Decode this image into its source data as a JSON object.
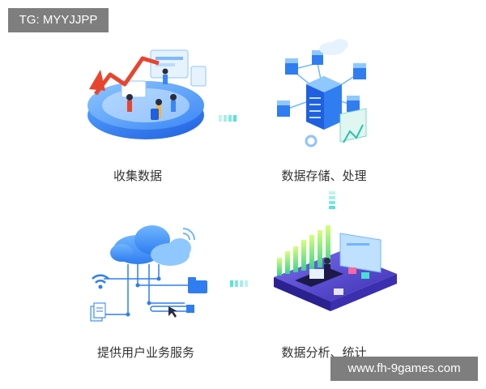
{
  "watermark": {
    "top_left": "TG: MYYJJPP",
    "bottom_right": "www.fh-9games.com"
  },
  "steps": [
    {
      "label": "收集数据",
      "icon": "data-collection-icon"
    },
    {
      "label": "数据存储、处理",
      "icon": "server-network-icon"
    },
    {
      "label": "数据分析、统计",
      "icon": "analytics-dashboard-icon"
    },
    {
      "label": "提供用户业务服务",
      "icon": "cloud-service-icon"
    }
  ],
  "colors": {
    "primary_blue": "#2f7df0",
    "light_blue": "#bfe0ff",
    "cyan": "#45e0d0",
    "green": "#4cd964",
    "purple": "#5b4bd8",
    "red": "#e8452e",
    "text": "#333333",
    "watermark_bg": "#7e7e7e"
  }
}
